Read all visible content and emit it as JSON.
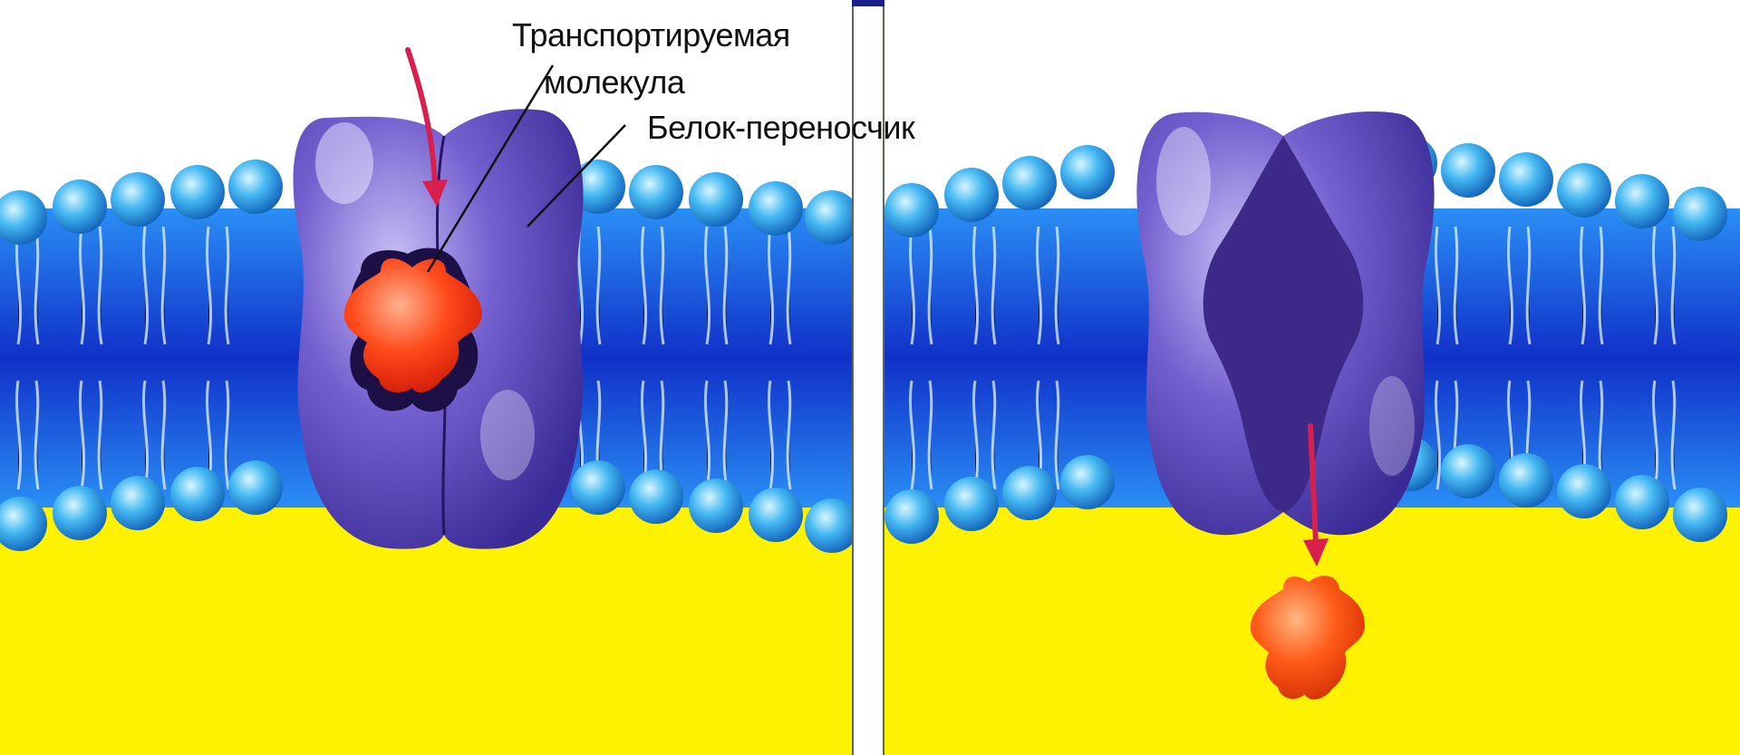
{
  "labels": {
    "transported_molecule_line1": "Транспортируемая",
    "transported_molecule_line2": "молекула",
    "carrier_protein": "Белок-переносчик"
  },
  "panels": [
    {
      "name": "carrier-bound-state",
      "protein_state": "open-to-outside",
      "molecule_position": "inside-protein"
    },
    {
      "name": "carrier-released-state",
      "protein_state": "open-to-inside",
      "molecule_position": "released-below"
    }
  ],
  "colors": {
    "extracellular": "#ffffff",
    "cytoplasm": "#fff200",
    "bilayer": "#1d63e0",
    "lipid_head": "#3fb0f0",
    "protein": "#6a55c8",
    "molecule": "#ff4a1a",
    "arrow": "#d8204e"
  }
}
